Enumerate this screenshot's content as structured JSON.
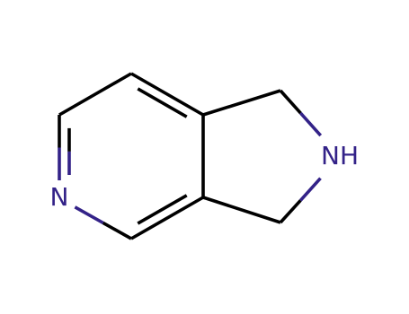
{
  "molecule": {
    "atoms": [
      {
        "id": "c4",
        "element": "C",
        "label": ""
      },
      {
        "id": "c3a",
        "element": "C",
        "label": ""
      },
      {
        "id": "c7a",
        "element": "C",
        "label": ""
      },
      {
        "id": "c7",
        "element": "C",
        "label": ""
      },
      {
        "id": "c6",
        "element": "C",
        "label": ""
      },
      {
        "id": "n5",
        "element": "N",
        "label": "N"
      },
      {
        "id": "c1",
        "element": "C",
        "label": ""
      },
      {
        "id": "c3",
        "element": "C",
        "label": ""
      },
      {
        "id": "n2",
        "element": "N",
        "label": "NH"
      }
    ],
    "bonds": [
      {
        "from": "c4",
        "to": "c3a",
        "order": 2
      },
      {
        "from": "c3a",
        "to": "c7a",
        "order": 1
      },
      {
        "from": "c7a",
        "to": "c7",
        "order": 2
      },
      {
        "from": "c7",
        "to": "c6",
        "order": 1
      },
      {
        "from": "c6",
        "to": "n5",
        "order": 2
      },
      {
        "from": "n5",
        "to": "c4",
        "order": 1
      },
      {
        "from": "c7a",
        "to": "c1",
        "order": 1
      },
      {
        "from": "c1",
        "to": "n2",
        "order": 1
      },
      {
        "from": "n2",
        "to": "c3",
        "order": 1
      },
      {
        "from": "c3",
        "to": "c3a",
        "order": 1
      }
    ],
    "colors": {
      "carbon": "#000000",
      "nitrogen": "#332288",
      "background": "#ffffff"
    }
  }
}
